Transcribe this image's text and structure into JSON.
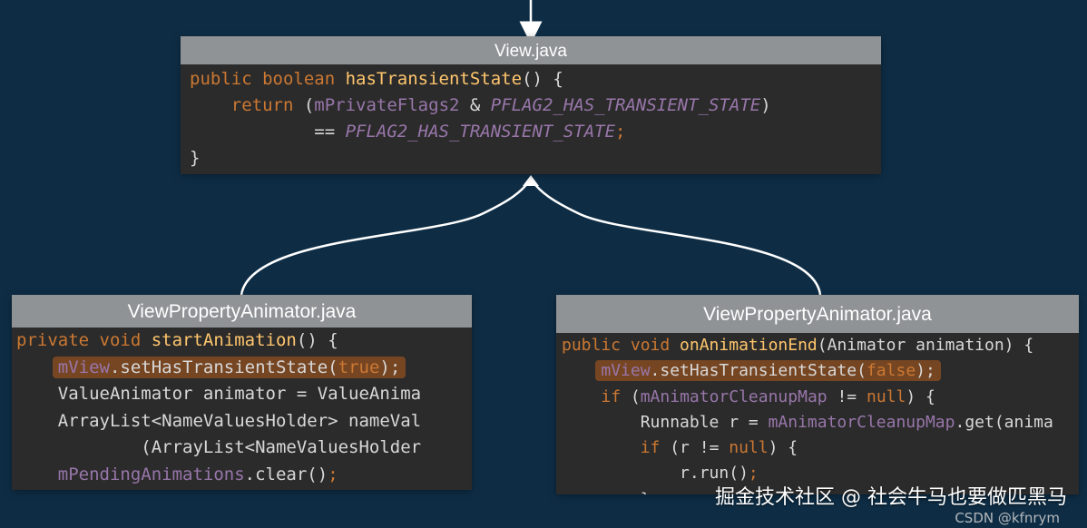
{
  "colors": {
    "background": "#0e2d45",
    "panel_bg": "#2b2b2b",
    "panel_title_bg": "#8f9395",
    "keyword": "#cc7832",
    "function": "#ffc66d",
    "field": "#9876aa",
    "highlight": "#b55d1e",
    "connector": "#ffffff"
  },
  "top_panel": {
    "title": "View.java",
    "lines": [
      [
        {
          "t": "kw",
          "v": "public boolean "
        },
        {
          "t": "fn",
          "v": "hasTransientState"
        },
        {
          "t": "plain",
          "v": "() {"
        }
      ],
      [
        {
          "t": "plain",
          "v": "    "
        },
        {
          "t": "kw",
          "v": "return "
        },
        {
          "t": "plain",
          "v": "("
        },
        {
          "t": "fld",
          "v": "mPrivateFlags2"
        },
        {
          "t": "plain",
          "v": " & "
        },
        {
          "t": "cst",
          "v": "PFLAG2_HAS_TRANSIENT_STATE"
        },
        {
          "t": "plain",
          "v": ")"
        }
      ],
      [
        {
          "t": "plain",
          "v": "            == "
        },
        {
          "t": "cst",
          "v": "PFLAG2_HAS_TRANSIENT_STATE"
        },
        {
          "t": "kw",
          "v": ";"
        }
      ],
      [
        {
          "t": "plain",
          "v": "}"
        }
      ]
    ]
  },
  "left_panel": {
    "title": "ViewPropertyAnimator.java",
    "lines": [
      [
        {
          "t": "kw",
          "v": "private void "
        },
        {
          "t": "fn",
          "v": "startAnimation"
        },
        {
          "t": "plain",
          "v": "() {"
        }
      ],
      [
        {
          "t": "plain",
          "v": "    "
        },
        {
          "t": "fld",
          "v": "mView",
          "hl": true
        },
        {
          "t": "plain",
          "v": ".setHasTransientState(",
          "hl": true
        },
        {
          "t": "kw",
          "v": "true",
          "hl": true
        },
        {
          "t": "plain",
          "v": ");",
          "hl": true
        }
      ],
      [
        {
          "t": "plain",
          "v": "    ValueAnimator animator = ValueAnima"
        }
      ],
      [
        {
          "t": "plain",
          "v": "    ArrayList<NameValuesHolder> nameVal"
        }
      ],
      [
        {
          "t": "plain",
          "v": "            (ArrayList<NameValuesHolder"
        }
      ],
      [
        {
          "t": "plain",
          "v": "    "
        },
        {
          "t": "fld",
          "v": "mPendingAnimations"
        },
        {
          "t": "plain",
          "v": ".clear()"
        },
        {
          "t": "kw",
          "v": ";"
        }
      ]
    ]
  },
  "right_panel": {
    "title": "ViewPropertyAnimator.java",
    "lines": [
      [
        {
          "t": "kw",
          "v": "public void "
        },
        {
          "t": "fn",
          "v": "onAnimationEnd"
        },
        {
          "t": "plain",
          "v": "(Animator animation) {"
        }
      ],
      [
        {
          "t": "plain",
          "v": "    "
        },
        {
          "t": "fld",
          "v": "mView",
          "hl": true
        },
        {
          "t": "plain",
          "v": ".setHasTransientState(",
          "hl": true
        },
        {
          "t": "kw",
          "v": "false",
          "hl": true
        },
        {
          "t": "plain",
          "v": ");",
          "hl": true
        }
      ],
      [
        {
          "t": "plain",
          "v": "    "
        },
        {
          "t": "kw",
          "v": "if "
        },
        {
          "t": "plain",
          "v": "("
        },
        {
          "t": "fld",
          "v": "mAnimatorCleanupMap"
        },
        {
          "t": "plain",
          "v": " != "
        },
        {
          "t": "kw",
          "v": "null"
        },
        {
          "t": "plain",
          "v": ") {"
        }
      ],
      [
        {
          "t": "plain",
          "v": "        Runnable r = "
        },
        {
          "t": "fld",
          "v": "mAnimatorCleanupMap"
        },
        {
          "t": "plain",
          "v": ".get(anima"
        }
      ],
      [
        {
          "t": "plain",
          "v": "        "
        },
        {
          "t": "kw",
          "v": "if "
        },
        {
          "t": "plain",
          "v": "(r != "
        },
        {
          "t": "kw",
          "v": "null"
        },
        {
          "t": "plain",
          "v": ") {"
        }
      ],
      [
        {
          "t": "plain",
          "v": "            r.run()"
        },
        {
          "t": "kw",
          "v": ";"
        }
      ],
      [
        {
          "t": "plain",
          "v": "        }"
        }
      ]
    ]
  },
  "watermark": "掘金技术社区 @ 社会牛马也要做匹黑马",
  "csdn_mark": "CSDN @kfnrym"
}
